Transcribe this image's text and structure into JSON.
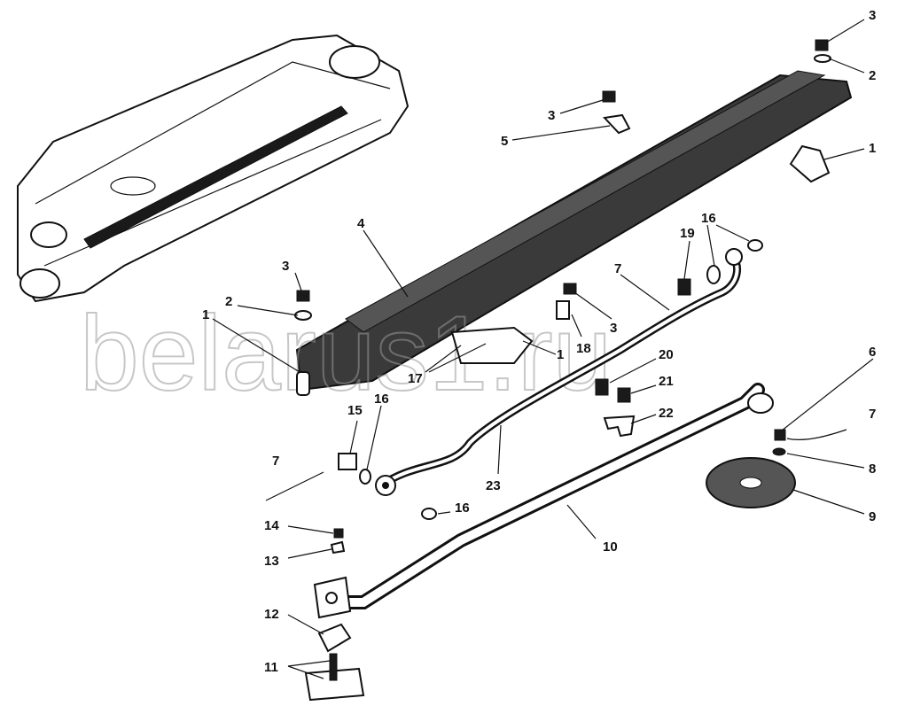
{
  "watermark": "belarus1.ru",
  "callouts": [
    {
      "id": "c3a",
      "text": "3"
    },
    {
      "id": "c2a",
      "text": "2"
    },
    {
      "id": "c1a",
      "text": "1"
    },
    {
      "id": "c3b",
      "text": "3"
    },
    {
      "id": "c5",
      "text": "5"
    },
    {
      "id": "c4",
      "text": "4"
    },
    {
      "id": "c16a",
      "text": "16"
    },
    {
      "id": "c19",
      "text": "19"
    },
    {
      "id": "c7a",
      "text": "7"
    },
    {
      "id": "c3c",
      "text": "3"
    },
    {
      "id": "c2b",
      "text": "2"
    },
    {
      "id": "c1b",
      "text": "1"
    },
    {
      "id": "c18",
      "text": "18"
    },
    {
      "id": "c3d",
      "text": "3"
    },
    {
      "id": "c1c",
      "text": "1"
    },
    {
      "id": "c17",
      "text": "17"
    },
    {
      "id": "c20",
      "text": "20"
    },
    {
      "id": "c21",
      "text": "21"
    },
    {
      "id": "c22",
      "text": "22"
    },
    {
      "id": "c15",
      "text": "15"
    },
    {
      "id": "c16b",
      "text": "16"
    },
    {
      "id": "c6",
      "text": "6"
    },
    {
      "id": "c7b",
      "text": "7"
    },
    {
      "id": "c8",
      "text": "8"
    },
    {
      "id": "c9",
      "text": "9"
    },
    {
      "id": "c7c",
      "text": "7"
    },
    {
      "id": "c23",
      "text": "23"
    },
    {
      "id": "c16c",
      "text": "16"
    },
    {
      "id": "c10",
      "text": "10"
    },
    {
      "id": "c14",
      "text": "14"
    },
    {
      "id": "c13",
      "text": "13"
    },
    {
      "id": "c12",
      "text": "12"
    },
    {
      "id": "c11",
      "text": "11"
    }
  ]
}
